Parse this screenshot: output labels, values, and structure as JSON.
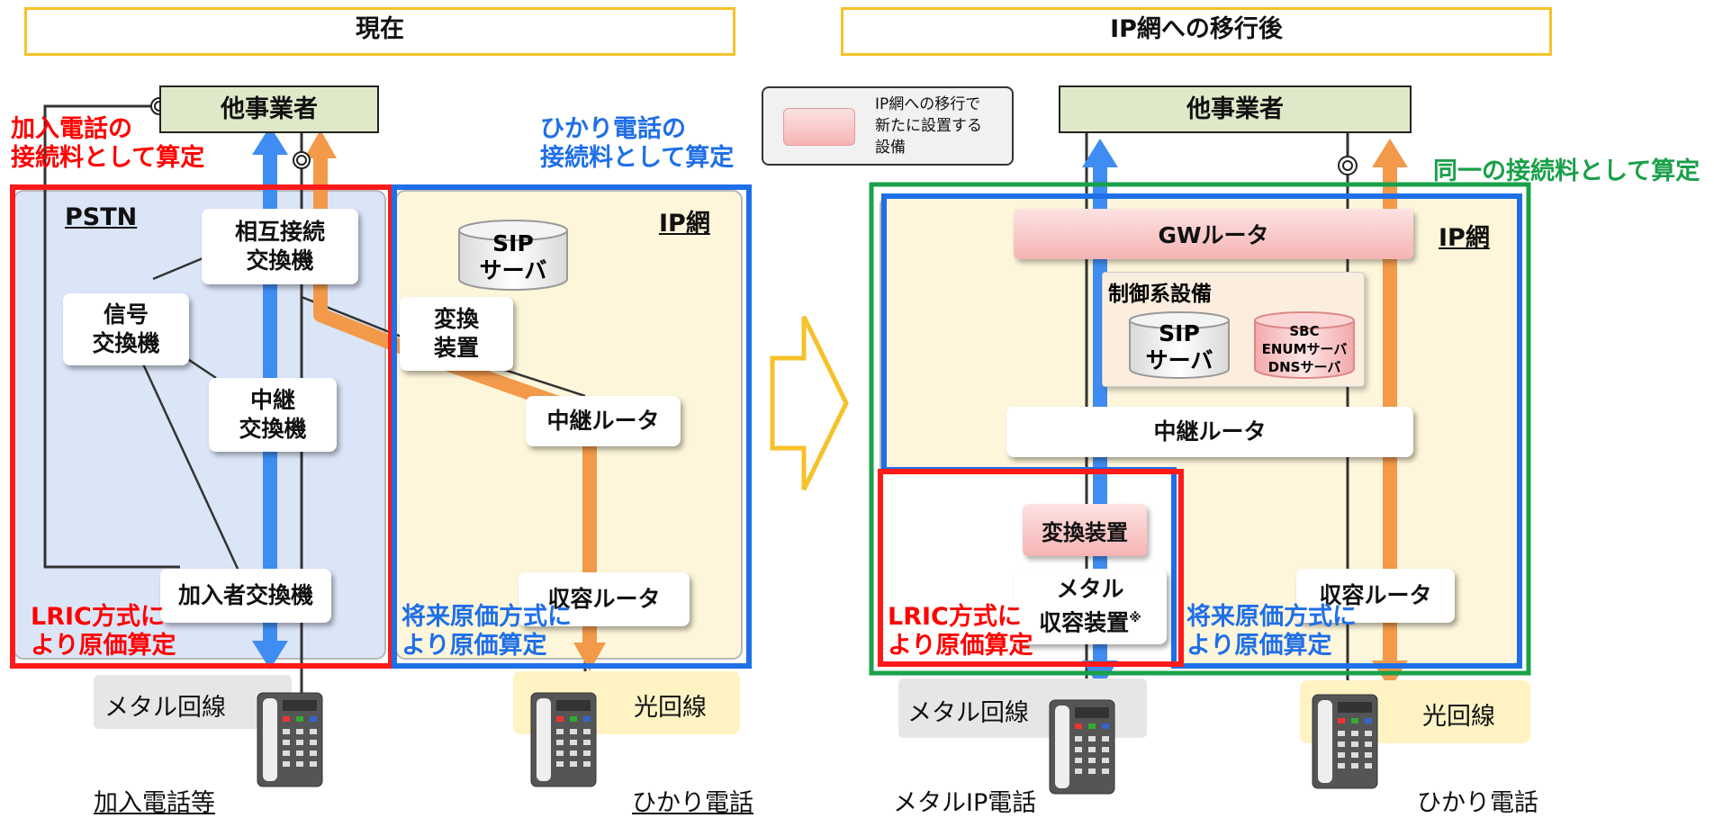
{
  "left": {
    "header": "現在",
    "other_carrier": "他事業者",
    "pstn_label": "PSTN",
    "ip_label": "IP網",
    "mutual_exchange": [
      "相互接続",
      "交換機"
    ],
    "signal_exchange": [
      "信号",
      "交換機"
    ],
    "relay_exchange": [
      "中継",
      "交換機"
    ],
    "subscriber_exchange": "加入者交換機",
    "sip_server": [
      "SIP",
      "サーバ"
    ],
    "converter": [
      "変換",
      "装置"
    ],
    "relay_router": "中継ルータ",
    "access_router": "収容ルータ",
    "red_note_top": [
      "加入電話の",
      "接続料として算定"
    ],
    "blue_note_top": [
      "ひかり電話の",
      "接続料として算定"
    ],
    "red_note_bottom": [
      "LRIC方式に",
      "より原価算定"
    ],
    "blue_note_bottom": [
      "将来原価方式に",
      "より原価算定"
    ],
    "metal_line": "メタル回線",
    "fiber_line": "光回線",
    "phone_left": "加入電話等",
    "phone_right": "ひかり電話"
  },
  "right": {
    "header": "IP網への移行後",
    "legend": [
      "IP網への移行で",
      "新たに設置する",
      "設備"
    ],
    "other_carrier": "他事業者",
    "green_note": "同一の接続料として算定",
    "gw_router": "GWルータ",
    "ip_label": "IP網",
    "control_title": "制御系設備",
    "sip_server": [
      "SIP",
      "サーバ"
    ],
    "sbc": [
      "SBC",
      "ENUMサーバ",
      "DNSサーバ"
    ],
    "relay_router": "中継ルータ",
    "converter": "変換装置",
    "metal_access": [
      "メタル",
      "収容装置"
    ],
    "metal_access_mark": "※",
    "access_router": "収容ルータ",
    "red_note": [
      "LRIC方式に",
      "より原価算定"
    ],
    "blue_note": [
      "将来原価方式に",
      "より原価算定"
    ],
    "metal_line": "メタル回線",
    "fiber_line": "光回線",
    "phone_left": "メタルIP電話",
    "phone_right": "ひかり電話"
  },
  "colors": {
    "accent_yellow": "#f6c12a",
    "red": "#ff0000",
    "blue": "#1f6fe8",
    "green": "#1aa04a",
    "orange": "#f29a4a",
    "pstn_bg": "#dbe5f8",
    "ip_bg": "#fdf6da"
  }
}
